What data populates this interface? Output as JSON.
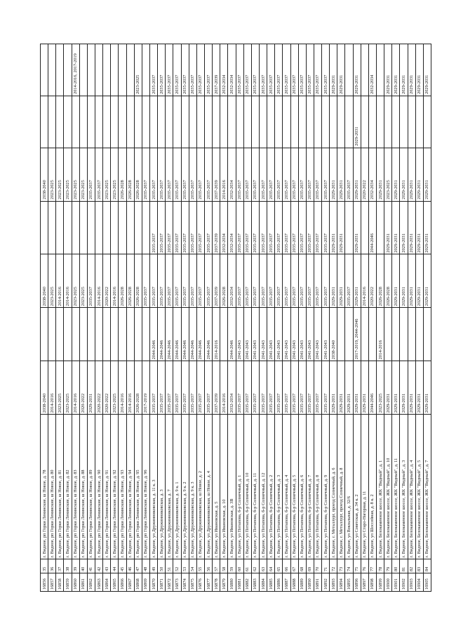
{
  "table": {
    "rows": [
      [
        "16856",
        "35",
        "г. Видное, рп Горки Ленинские, ш Новое, д. 78",
        "2038-2040",
        "",
        "2038-2040",
        "",
        "2038-2040",
        "",
        ""
      ],
      [
        "16857",
        "36",
        "г. Видное, рп Горки Ленинские, ш Новое, д. 80",
        "2014-2016",
        "",
        "2023-2025",
        "",
        "2023-2025",
        "",
        ""
      ],
      [
        "16858",
        "37",
        "г. Видное, рп Горки Ленинские, ш Новое, д. 81",
        "2023-2025",
        "",
        "2014-2016",
        "",
        "2023-2025",
        "",
        ""
      ],
      [
        "16859",
        "38",
        "г. Видное, рп Горки Ленинские, ш Новое, д. 82",
        "2023-2025",
        "",
        "2014-2016",
        "",
        "2023-2025",
        "",
        ""
      ],
      [
        "16860",
        "39",
        "г. Видное, рп Горки Ленинские, ш Новое, д. 83",
        "2014-2016",
        "",
        "2023-2025",
        "",
        "2023-2025",
        "",
        "2014-2016, 2017-2019"
      ],
      [
        "16861",
        "40",
        "г. Видное, рп Горки Ленинские, ш Новое, д. 88",
        "2020-2022",
        "",
        "2023-2025",
        "",
        "2023-2025",
        "",
        ""
      ],
      [
        "16862",
        "41",
        "г. Видное, рп Горки Ленинские, ш Новое, д. 89",
        "2029-2031",
        "",
        "2035-2037",
        "",
        "2035-2037",
        "",
        ""
      ],
      [
        "16863",
        "42",
        "г. Видное, рп Горки Ленинские, ш Новое, д. 90",
        "2020-2022",
        "",
        "2014-2016",
        "",
        "2035-2037",
        "",
        ""
      ],
      [
        "16864",
        "43",
        "г. Видное, рп Горки Ленинские, ш Новое, д. 91",
        "2020-2022",
        "",
        "2020-2022",
        "",
        "2023-2025",
        "",
        ""
      ],
      [
        "16865",
        "44",
        "г. Видное, рп Горки Ленинские, ш Новое, д. 92",
        "2023-2025",
        "",
        "2014-2016",
        "",
        "2023-2025",
        "",
        ""
      ],
      [
        "16866",
        "45",
        "г. Видное, рп Горки Ленинские, ш Новое, д. 93",
        "2014-2016",
        "",
        "2026-2028",
        "",
        "2026-2028",
        "",
        ""
      ],
      [
        "16867",
        "46",
        "г. Видное, рп Горки Ленинские, ш Новое, д. 94",
        "2014-2016",
        "",
        "2026-2028",
        "",
        "2026-2028",
        "",
        ""
      ],
      [
        "16868",
        "47",
        "г. Видное, рп Горки Ленинские, ш Новое, д. 95",
        "2026-2028",
        "",
        "2026-2028",
        "",
        "2026-2028",
        "",
        "2023-2025"
      ],
      [
        "16869",
        "48",
        "г. Видное, рп Горки Ленинские, ш Новое, д. 96",
        "2017-2019",
        "",
        "2035-2037",
        "",
        "2035-2037",
        "",
        ""
      ],
      [
        "16870",
        "49",
        "г. Видное, ул Дружинниковская, д. 11 к. 3",
        "2035-2037",
        "2044-2046",
        "2035-2037",
        "2035-2037",
        "2035-2037",
        "",
        "2035-2037"
      ],
      [
        "16871",
        "50",
        "г. Видное, ул Дружинниковская, д. 3",
        "2035-2037",
        "2044-2046",
        "2035-2037",
        "2035-2037",
        "2035-2037",
        "",
        "2035-2037"
      ],
      [
        "16872",
        "51",
        "г. Видное, ул Дружинниковская, д. 7",
        "2035-2037",
        "2044-2046",
        "2035-2037",
        "2035-2037",
        "2035-2037",
        "",
        "2035-2037"
      ],
      [
        "16873",
        "52",
        "г. Видное, ул Дружинниковская, д. 9 к. 1",
        "2035-2037",
        "2044-2046",
        "2035-2037",
        "2035-2037",
        "2035-2037",
        "",
        "2035-2037"
      ],
      [
        "16874",
        "53",
        "г. Видное, ул Дружинниковская, д. 9 к. 2",
        "2035-2037",
        "2044-2046",
        "2035-2037",
        "2035-2037",
        "2035-2037",
        "",
        "2035-2037"
      ],
      [
        "16875",
        "54",
        "г. Видное, ул Дружинниковская, д. 9 к. 3",
        "2035-2037",
        "2044-2046",
        "2035-2037",
        "2035-2037",
        "2035-2037",
        "",
        "2035-2037"
      ],
      [
        "16876",
        "55",
        "г. Видное, ул Дружинниковская, ш Новое, д. 2",
        "2035-2037",
        "2044-2046",
        "2035-2037",
        "2035-2037",
        "2035-2037",
        "",
        "2035-2037"
      ],
      [
        "16877",
        "56",
        "г. Видное, ул Дружинниковская, ш Новое, д. 4",
        "2035-2037",
        "2044-2046",
        "2035-2037",
        "2035-2037",
        "2035-2037",
        "",
        "2035-2037"
      ],
      [
        "16878",
        "57",
        "г. Видное, ул Ивановская, д. 5",
        "2037-2039",
        "2014-2016",
        "2037-2039",
        "2037-2039",
        "2037-2039",
        "",
        "2037-2039"
      ],
      [
        "16879",
        "58",
        "г. Видное, ул Ивановская, д. 10",
        "2014-2016",
        "",
        "2026-2028",
        "2032-2034",
        "2014-2016",
        "",
        "2032-2034"
      ],
      [
        "16880",
        "59",
        "г. Видное, ул Ивановская, д. 3В",
        "2032-2034",
        "2044-2046",
        "2032-2034",
        "2032-2034",
        "2032-2034",
        "",
        "2032-2034"
      ],
      [
        "16881",
        "60",
        "г. Видное, ул Потапова, б-р Солнечный, д. 1",
        "2035-2037",
        "2041-2043",
        "2035-2037",
        "2035-2037",
        "2035-2037",
        "",
        "2035-2037"
      ],
      [
        "16882",
        "61",
        "г. Видное, ул Потапова, б-р Солнечный, д. 10",
        "2035-2037",
        "2041-2043",
        "2035-2037",
        "2035-2037",
        "2035-2037",
        "",
        "2035-2037"
      ],
      [
        "16883",
        "62",
        "г. Видное, ул Потапова, б-р Солнечный, д. 11",
        "2035-2037",
        "2041-2043",
        "2035-2037",
        "2035-2037",
        "2035-2037",
        "",
        "2035-2037"
      ],
      [
        "16884",
        "63",
        "г. Видное, ул Потапова, б-р Солнечный, д. 12",
        "2035-2037",
        "2041-2043",
        "2035-2037",
        "2035-2037",
        "2035-2037",
        "",
        "2035-2037"
      ],
      [
        "16885",
        "64",
        "г. Видное, ул Потапова, б-р Солнечный, д. 2",
        "2035-2037",
        "2041-2043",
        "2035-2037",
        "2035-2037",
        "2035-2037",
        "",
        "2035-2037"
      ],
      [
        "16886",
        "65",
        "г. Видное, ул Потапова, б-р Солнечный, д. 3",
        "2035-2037",
        "2041-2043",
        "2035-2037",
        "2035-2037",
        "2035-2037",
        "",
        "2035-2037"
      ],
      [
        "16887",
        "66",
        "г. Видное, ул Потапова, б-р Солнечный, д. 4",
        "2035-2037",
        "2041-2043",
        "2035-2037",
        "2035-2037",
        "2035-2037",
        "",
        "2035-2037"
      ],
      [
        "16888",
        "67",
        "г. Видное, ул Потапова, б-р Солнечный, д. 5",
        "2035-2037",
        "2041-2043",
        "2035-2037",
        "2035-2037",
        "2035-2037",
        "",
        "2035-2037"
      ],
      [
        "16889",
        "68",
        "г. Видное, ул Потапова, б-р Солнечный, д. 6",
        "2035-2037",
        "2041-2043",
        "2035-2037",
        "2035-2037",
        "2035-2037",
        "",
        "2035-2037"
      ],
      [
        "16890",
        "69",
        "г. Видное, ул Потапова, б-р Солнечный, д. 7",
        "2035-2037",
        "2041-2043",
        "2035-2037",
        "2035-2037",
        "2035-2037",
        "",
        "2035-2037"
      ],
      [
        "16891",
        "70",
        "г. Видное, ул Потапова, б-р Солнечный, д. 8",
        "2035-2037",
        "2041-2043",
        "2035-2037",
        "2035-2037",
        "2035-2037",
        "",
        "2035-2037"
      ],
      [
        "16892",
        "71",
        "г. Видное, ул Потапова, б-р Солнечный, д. 9",
        "2035-2037",
        "2041-2043",
        "2035-2037",
        "2035-2037",
        "2035-2037",
        "",
        "2035-2037"
      ],
      [
        "16893",
        "72",
        "г. Видное, г. Металлург, проезд Солнечный, д. 6",
        "2029-2031",
        "2038-2040",
        "2029-2031",
        "2029-2031",
        "2029-2031",
        "",
        "2029-2031"
      ],
      [
        "16894",
        "73",
        "г. Видное, г. Металлург, проезд Солнечный, д. 8",
        "2029-2031",
        "",
        "2029-2031",
        "2029-2031",
        "2029-2031",
        "",
        "2029-2031"
      ],
      [
        "16895",
        "74",
        "г. Видное, ул Вокзальная, д. 32/6",
        "2029-2031",
        "",
        "2035-2037",
        "",
        "2035-2037",
        "",
        ""
      ],
      [
        "16896",
        "75",
        "г. Видное, ул Советская, д. 34 к. 2",
        "2029-2031",
        "2017-2019, 2044-2046",
        "2029-2031",
        "2029-2031",
        "2029-2031",
        "2029-2031",
        "2029-2031"
      ],
      [
        "16897",
        "76",
        "г. Видное, ул Старо-Нагорная, д. 11",
        "2029-2031",
        "",
        "2014-2016",
        "",
        "2020-2022",
        "",
        ""
      ],
      [
        "16898",
        "77",
        "г. Видное, ул Шоссейная, д. 8 к. 2",
        "2044-2046",
        "",
        "2020-2022",
        "2044-2046",
        "2032-2034",
        "",
        "2032-2034"
      ],
      [
        "16899",
        "78",
        "г. Видное, Белокаменное шоссе, ЖК \"Видный\", д. 1",
        "2023-2025",
        "2014-2016",
        "2026-2028",
        "",
        "2029-2031",
        "",
        ""
      ],
      [
        "16900",
        "79",
        "г. Видное, Белокаменное шоссе, ЖК \"Видный\", д. 10",
        "2029-2031",
        "",
        "2026-2028",
        "2029-2031",
        "2023-2025",
        "",
        "2029-2031"
      ],
      [
        "16901",
        "80",
        "г. Видное, Белокаменное шоссе, ЖК \"Видный\", д. 11",
        "2029-2031",
        "",
        "2029-2031",
        "2029-2031",
        "2029-2031",
        "",
        "2029-2031"
      ],
      [
        "16902",
        "81",
        "г. Видное, Белокаменное шоссе, ЖК \"Видный\", д. 3",
        "2029-2031",
        "",
        "2029-2031",
        "2029-2031",
        "2029-2031",
        "",
        "2029-2031"
      ],
      [
        "16903",
        "82",
        "г. Видное, Белокаменное шоссе, ЖК \"Видный\", д. 4",
        "2029-2031",
        "",
        "2029-2031",
        "2029-2031",
        "2029-2031",
        "",
        "2029-2031"
      ],
      [
        "16904",
        "83",
        "г. Видное, Белокаменное шоссе, ЖК \"Видный\", д. 5",
        "2029-2031",
        "",
        "2029-2031",
        "2029-2031",
        "2029-2031",
        "",
        "2029-2031"
      ],
      [
        "16905",
        "84",
        "г. Видное, Белокаменное шоссе, ЖК \"Видный\", д. 7",
        "2029-2031",
        "",
        "2029-2031",
        "2029-2031",
        "2029-2031",
        "",
        "2029-2031"
      ]
    ]
  }
}
